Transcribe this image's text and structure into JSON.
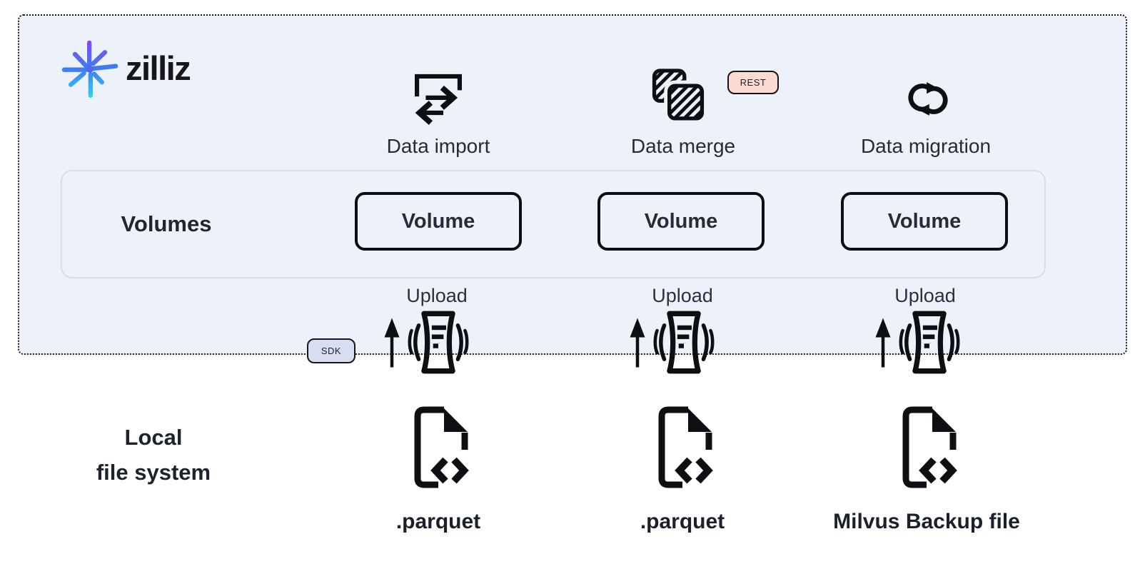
{
  "page": {
    "background": "#ffffff",
    "panel_bg": "#edf1fa"
  },
  "logo": {
    "brand": "zilliz"
  },
  "flows": {
    "import": {
      "label": "Data import"
    },
    "merge": {
      "label": "Data merge",
      "badge": "REST"
    },
    "migration": {
      "label": "Data migration"
    }
  },
  "volumes": {
    "group_label": "Volumes",
    "boxes": [
      {
        "label": "Volume"
      },
      {
        "label": "Volume"
      },
      {
        "label": "Volume"
      }
    ]
  },
  "upload": {
    "labels": [
      "Upload",
      "Upload",
      "Upload"
    ],
    "sdk_badge": "SDK"
  },
  "local_file_system": {
    "line1": "Local",
    "line2": "file system"
  },
  "files": [
    {
      "label": ".parquet"
    },
    {
      "label": ".parquet"
    },
    {
      "label": "Milvus Backup file"
    }
  ],
  "colors": {
    "rest_badge_bg": "#fbdad4",
    "sdk_badge_bg": "#d8ddf1",
    "icon_black": "#0d0f12",
    "panel_bg": "#edf1fa",
    "volumes_border": "#d9dde5",
    "logo_gradient": [
      "#8148f2",
      "#3f7bf3",
      "#2fd0f2"
    ]
  }
}
